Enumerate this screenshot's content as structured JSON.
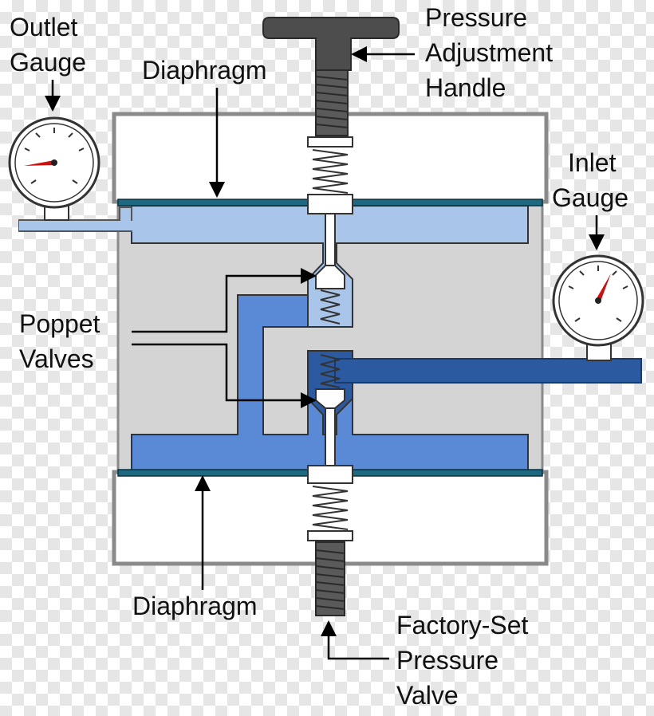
{
  "labels": {
    "outlet_gauge": [
      "Outlet",
      "Gauge"
    ],
    "diaphragm_top": "Diaphragm",
    "pressure_handle": [
      "Pressure",
      "Adjustment",
      "Handle"
    ],
    "inlet_gauge": [
      "Inlet",
      "Gauge"
    ],
    "poppet_valves": [
      "Poppet",
      "Valves"
    ],
    "diaphragm_bottom": "Diaphragm",
    "factory_valve": [
      "Factory-Set",
      "Pressure",
      "Valve"
    ]
  },
  "colors": {
    "outlet_chamber": "#a9c5ea",
    "inlet_side": "#5a8ad6",
    "inlet_pipe": "#2c5aa0",
    "diaphragm": "#1d6a80",
    "body": "#d4d4d4",
    "handle": "#4d4d4d",
    "needle": "#cc1111"
  },
  "icons": {
    "outlet_gauge": "pressure-gauge-icon",
    "inlet_gauge": "pressure-gauge-icon",
    "springs": "coil-spring-icon"
  }
}
